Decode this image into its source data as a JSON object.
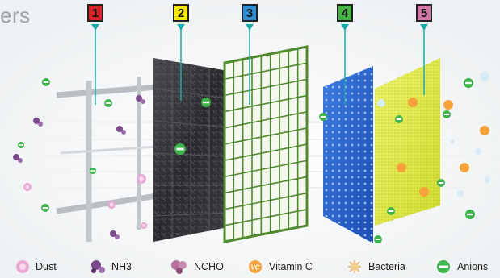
{
  "header": {
    "title_fragment": "ers"
  },
  "filters": [
    {
      "number": "1",
      "color": "#d7262b"
    },
    {
      "number": "2",
      "color": "#f3e600"
    },
    {
      "number": "3",
      "color": "#2d8fd6"
    },
    {
      "number": "4",
      "color": "#47b447"
    },
    {
      "number": "5",
      "color": "#d275a8"
    }
  ],
  "legend": [
    {
      "label": "Dust",
      "icon": "dust-icon"
    },
    {
      "label": "NH3",
      "icon": "nh3-icon"
    },
    {
      "label": "NCHO",
      "icon": "ncho-icon"
    },
    {
      "label": "Vitamin C",
      "icon": "vitamin-c-icon"
    },
    {
      "label": "Bacteria",
      "icon": "bacteria-icon"
    },
    {
      "label": "Anions",
      "icon": "anion-icon"
    }
  ],
  "colors": {
    "pointer_line": "#1aa9a6",
    "filter_grid": "#b8bec4",
    "carbon": "#2c2d30",
    "mesh_green": "#4f8a2e",
    "hepa_blue": "#2a62c9",
    "vitc_yellow": "#d8e23d"
  }
}
